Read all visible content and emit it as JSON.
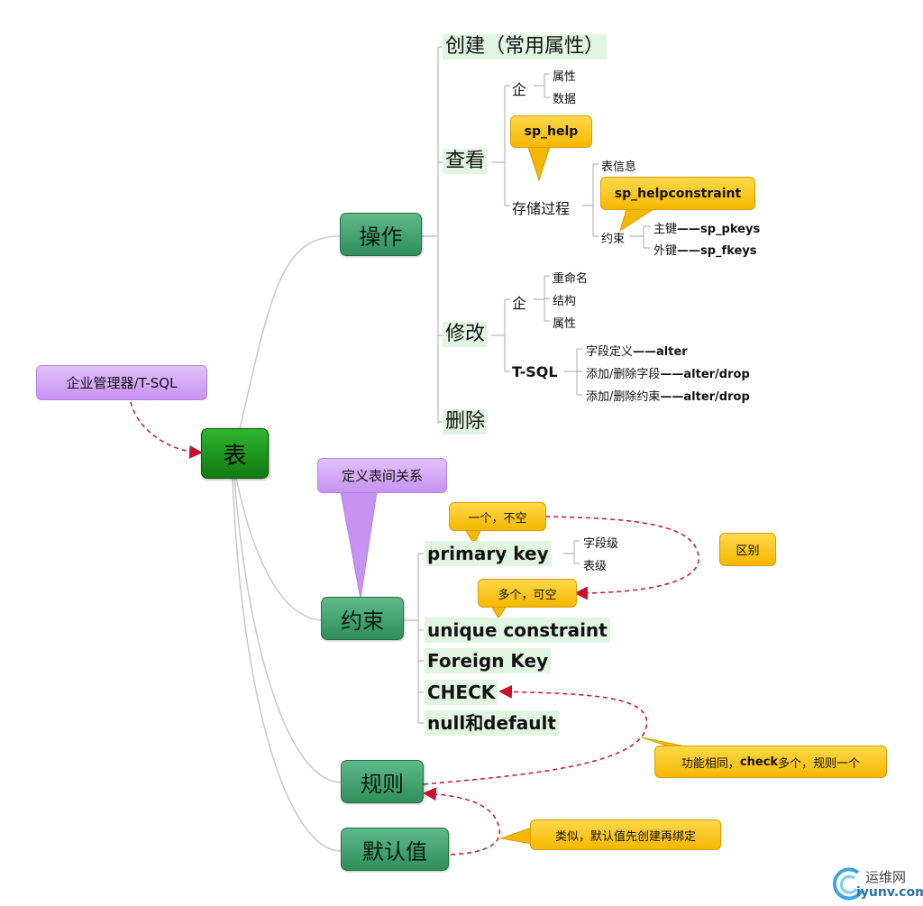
{
  "root": {
    "label": "表"
  },
  "caller": {
    "label": "企业管理器/T-SQL"
  },
  "branches": {
    "caozuo": {
      "label": "操作",
      "chuangjian": "创建（常用属性）",
      "chakan": {
        "label": "查看",
        "qi": {
          "label": "企",
          "items": [
            "属性",
            "数据"
          ]
        },
        "sp_help_callout": "sp_help",
        "stored": {
          "label": "存储过程",
          "biaoxinxi": "表信息",
          "callout": "sp_helpconstraint",
          "yueshu": {
            "label": "约束",
            "pkey_prefix": "主键",
            "pkey_code": "——sp_pkeys",
            "fkey_prefix": "外键",
            "fkey_code": "——sp_fkeys"
          }
        }
      },
      "xiugai": {
        "label": "修改",
        "qi": {
          "label": "企",
          "items": [
            "重命名",
            "结构",
            "属性"
          ]
        },
        "tsql": {
          "label": "T-SQL",
          "items": [
            {
              "prefix": "字段定义",
              "code": "——alter"
            },
            {
              "prefix": "添加/删除字段",
              "code": "——alter/drop"
            },
            {
              "prefix": "添加/删除约束",
              "code": "——alter/drop"
            }
          ]
        }
      },
      "shanchu": "删除"
    },
    "yueshu": {
      "label": "约束",
      "callout": "定义表间关系",
      "pk_note": "一个，不空",
      "uk_note": "多个，可空",
      "diff_note": "区别",
      "primary": "primary key",
      "primary_items": [
        "字段级",
        "表级"
      ],
      "unique": "unique constraint",
      "foreign": "Foreign Key",
      "check": "CHECK",
      "nulldefault": "null和default"
    },
    "guize": {
      "label": "规则",
      "note_pre": "功能相同，",
      "note_bold": "check",
      "note_post": "多个，规则一个"
    },
    "moren": {
      "label": "默认值",
      "note": "类似，默认值先创建再绑定"
    }
  },
  "watermark": {
    "text1": "运维网",
    "text2": "iyunv.com"
  }
}
